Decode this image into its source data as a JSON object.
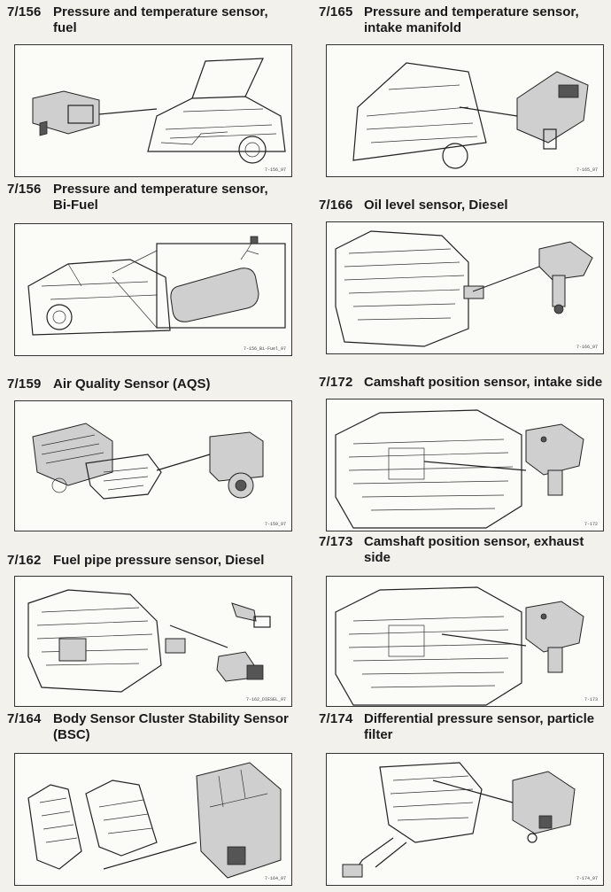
{
  "entries": [
    {
      "code": "7/156",
      "title": "Pressure and temperature sensor,",
      "title2": "fuel",
      "fig": "7-156_97"
    },
    {
      "code": "7/165",
      "title": "Pressure and temperature sensor,",
      "title2": "intake manifold",
      "fig": "7-165_97"
    },
    {
      "code": "7/156",
      "title": "Pressure and temperature sensor,",
      "title2": "Bi-Fuel",
      "fig": "7-156_Bi-Fuel_97"
    },
    {
      "code": "7/166",
      "title": "Oil level sensor, Diesel",
      "title2": "",
      "fig": "7-166_97"
    },
    {
      "code": "7/159",
      "title": "Air Quality Sensor (AQS)",
      "title2": "",
      "fig": "7-159_97"
    },
    {
      "code": "7/172",
      "title": "Camshaft position sensor, intake side",
      "title2": "",
      "fig": "7-172"
    },
    {
      "code": "7/162",
      "title": "Fuel pipe pressure sensor, Diesel",
      "title2": "",
      "fig": "7-162_DIESEL_97"
    },
    {
      "code": "7/173",
      "title": "Camshaft position sensor, exhaust",
      "title2": "side",
      "fig": "7-173"
    },
    {
      "code": "7/164",
      "title": "Body Sensor Cluster Stability Sensor",
      "title2": "(BSC)",
      "fig": "7-164_97"
    },
    {
      "code": "7/174",
      "title": "Differential pressure sensor, particle",
      "title2": "filter",
      "fig": "7-174_97"
    }
  ]
}
